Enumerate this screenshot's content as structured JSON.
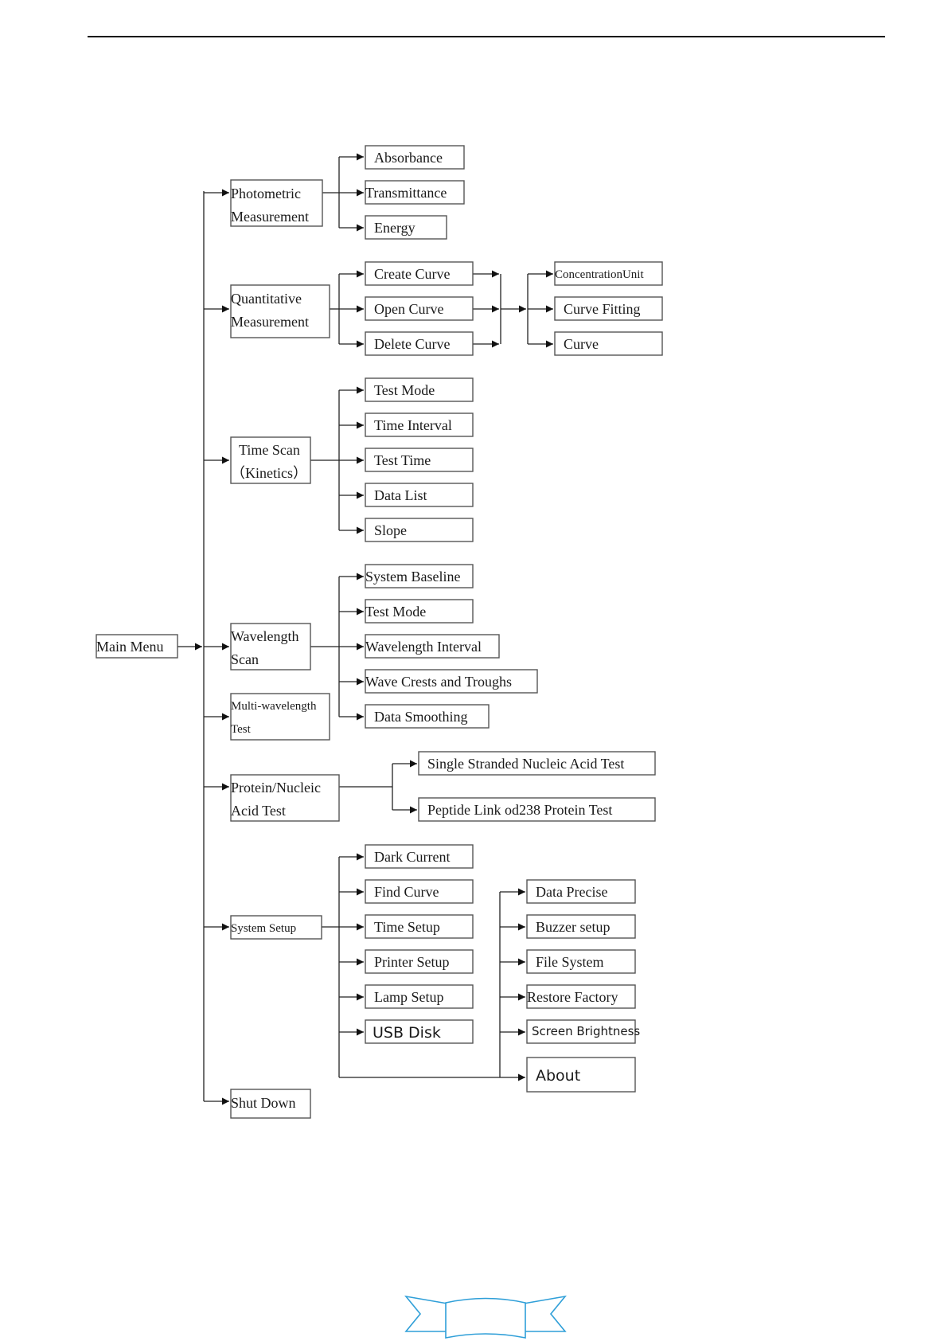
{
  "main_menu": "Main Menu",
  "photometric": {
    "label": [
      "Photometric",
      "Measurement"
    ],
    "children": [
      "Absorbance",
      "Transmittance",
      "Energy"
    ]
  },
  "quantitative": {
    "label": [
      "Quantitative",
      "Measurement"
    ],
    "children": [
      "Create Curve",
      "Open Curve",
      "Delete Curve"
    ],
    "sub": [
      "ConcentrationUnit",
      "Curve Fitting",
      "Curve"
    ]
  },
  "time_scan": {
    "label": [
      "Time Scan",
      "（Kinetics）"
    ],
    "children": [
      "Test Mode",
      "Time Interval",
      "Test Time",
      "Data List",
      "Slope"
    ]
  },
  "wavelength_scan": {
    "label": [
      "Wavelength",
      "Scan"
    ],
    "children": [
      "System Baseline",
      "Test Mode",
      "Wavelength Interval",
      "Wave Crests and Troughs",
      "Data Smoothing"
    ]
  },
  "multi_wavelength": {
    "label": [
      "Multi-wavelength",
      "Test"
    ]
  },
  "protein": {
    "label": [
      "Protein/Nucleic",
      "Acid Test"
    ],
    "children": [
      "Single Stranded Nucleic Acid Test",
      "Peptide Link od238 Protein Test"
    ]
  },
  "system_setup": {
    "label": "System Setup",
    "children": [
      "Dark Current",
      "Find Curve",
      "Time Setup",
      "Printer Setup",
      "Lamp Setup",
      "USB Disk"
    ],
    "sub": [
      "Data Precise",
      "Buzzer setup",
      "File System",
      "Restore Factory",
      "Screen Brightness",
      "About"
    ]
  },
  "shut_down": "Shut Down",
  "colors": {
    "line": "#222222",
    "box_border": "#555555",
    "logo": "#2f9fd8"
  }
}
